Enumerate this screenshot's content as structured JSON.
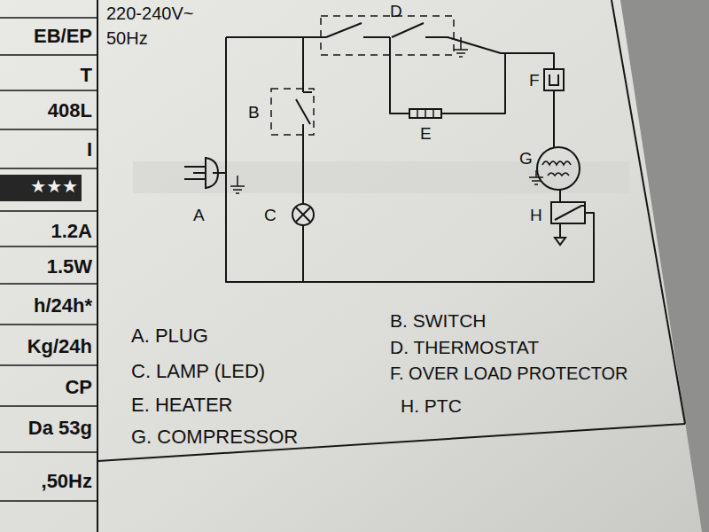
{
  "diagram": {
    "labels": [
      "220-240V~",
      "50Hz",
      "EB/EP",
      "T",
      "408L",
      "I",
      "★★★",
      "1.2A",
      "1.5W",
      "h/24h*",
      "Kg/24h",
      "CP",
      "Da 53g",
      ",50Hz",
      "D",
      "B",
      "F",
      "E",
      "G",
      "A",
      "C",
      "H",
      "A. PLUG",
      "B. SWITCH",
      "C. LAMP (LED)",
      "D. THERMOSTAT",
      "E. HEATER",
      "F. OVER LOAD PROTECTOR",
      "G. COMPRESSOR",
      "H. PTC"
    ]
  }
}
